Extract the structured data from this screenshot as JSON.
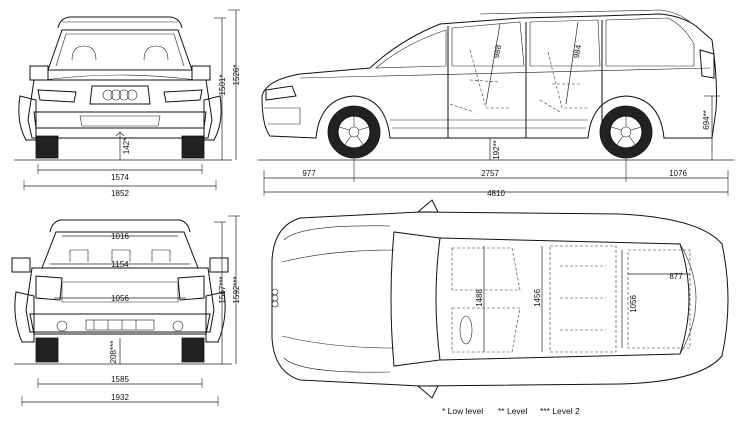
{
  "dimensions": {
    "front_height_low": "1501*",
    "front_height_level2": "1526*",
    "front_clearance": "142*",
    "front_track": "1574",
    "front_width": "1852",
    "side_clearance": "192**",
    "front_overhang": "977",
    "wheelbase": "2757",
    "rear_overhang": "1076",
    "overall_length": "4810",
    "front_headroom": "988",
    "rear_headroom": "984",
    "rear_step_height": "694**",
    "roof_width": "1016",
    "shoulder_width": "1154",
    "load_floor_width": "1056",
    "rear_height_level": "1567***",
    "rear_height_level2": "1592***",
    "rear_clearance": "208***",
    "rear_track": "1585",
    "rear_width": "1932",
    "front_interior_width": "1488",
    "rear_interior_width": "1456",
    "load_width_top": "1056",
    "load_length_top": "877"
  },
  "legend": {
    "low": "* Low level",
    "level": "** Level",
    "level2": "*** Level 2"
  }
}
